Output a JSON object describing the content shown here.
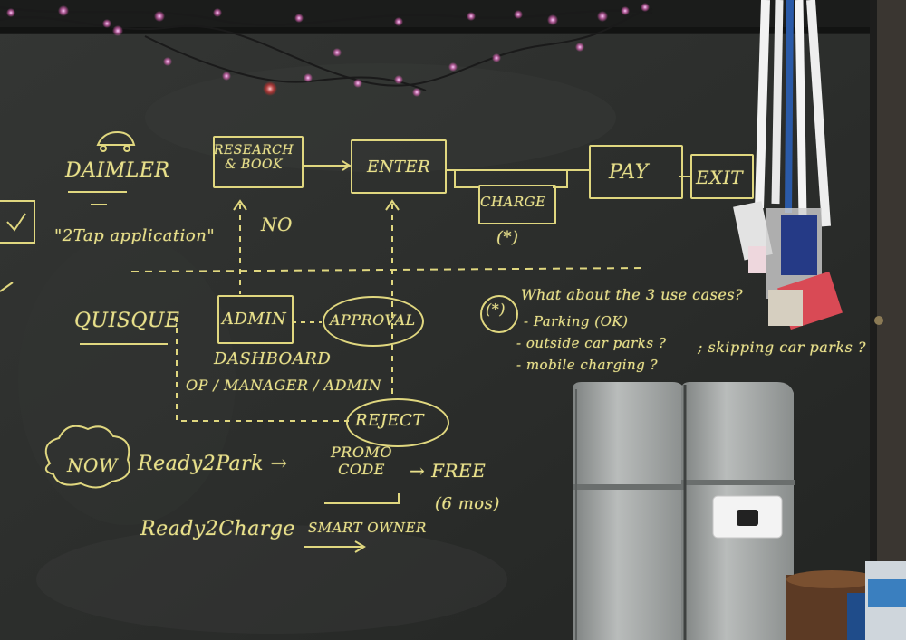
{
  "board": {
    "daimler": "DAIMLER",
    "research_book": "RESEARCH & BOOK",
    "enter": "ENTER",
    "charge": "CHARGE",
    "charge_marker": "(*)",
    "pay": "PAY",
    "exit": "EXIT",
    "no": "NO",
    "two_tap": "\"2Tap application\"",
    "quiosque": "QUISQUE",
    "admin": "ADMIN",
    "approval": "APPROVAL",
    "dashboard": "DASHBOARD",
    "op_manager_admin": "OP / MANAGER / ADMIN",
    "reject": "REJECT",
    "now": "NOW",
    "ready2park": "Ready2Park →",
    "promo_code": "PROMO CODE",
    "free": "→ FREE",
    "six_mos": "(6 mos)",
    "ready2charge": "Ready2Charge",
    "smart_owner": "SMART OWNER",
    "what_about": "What about the 3 use cases?",
    "case_marker": "(*)",
    "case_1": "- Parking (OK)",
    "case_2": "- outside car parks ?",
    "case_3": "- mobile charging ?",
    "skipping": "; skipping car parks ?"
  },
  "colors": {
    "chalkboard": "#2a2c2a",
    "chalk": "#e8e08a",
    "blue_chalk": "#6fa8d8",
    "metal": "#a7aaa9"
  }
}
